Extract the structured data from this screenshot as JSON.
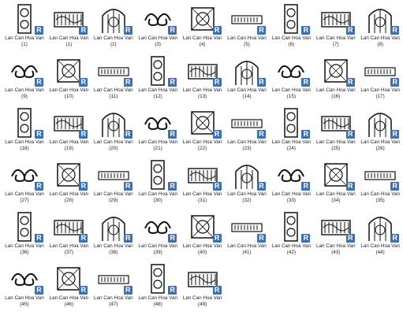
{
  "badge_letter": "R",
  "accent_color": "#3b6fb5",
  "items": [
    {
      "label": "Lan Can Hoa Van",
      "number": "(1)",
      "icon": "railing-preview-icon"
    },
    {
      "label": "Lan Can Hoa Van",
      "number": "(1)",
      "icon": "railing-preview-icon"
    },
    {
      "label": "Lan Can Hoa Van",
      "number": "(2)",
      "icon": "railing-preview-icon"
    },
    {
      "label": "Lan Can Hoa Van",
      "number": "(3)",
      "icon": "railing-preview-icon"
    },
    {
      "label": "Lan Can Hoa Van",
      "number": "(4)",
      "icon": "railing-preview-icon"
    },
    {
      "label": "Lan Can Hoa Van",
      "number": "(5)",
      "icon": "railing-preview-icon"
    },
    {
      "label": "Lan Can Hoa Van",
      "number": "(6)",
      "icon": "railing-preview-icon"
    },
    {
      "label": "Lan Can Hoa Van",
      "number": "(7)",
      "icon": "railing-preview-icon"
    },
    {
      "label": "Lan Can Hoa Van",
      "number": "(8)",
      "icon": "railing-preview-icon"
    },
    {
      "label": "Lan Can Hoa Van",
      "number": "(9)",
      "icon": "railing-preview-icon"
    },
    {
      "label": "Lan Can Hoa Van",
      "number": "(10)",
      "icon": "railing-preview-icon"
    },
    {
      "label": "Lan Can Hoa Van",
      "number": "(11)",
      "icon": "railing-preview-icon"
    },
    {
      "label": "Lan Can Hoa Van",
      "number": "(12)",
      "icon": "railing-preview-icon"
    },
    {
      "label": "Lan Can Hoa Van",
      "number": "(13)",
      "icon": "railing-preview-icon"
    },
    {
      "label": "Lan Can Hoa Van",
      "number": "(14)",
      "icon": "railing-preview-icon"
    },
    {
      "label": "Lan Can Hoa Van",
      "number": "(15)",
      "icon": "railing-preview-icon"
    },
    {
      "label": "Lan Can Hoa Van",
      "number": "(16)",
      "icon": "railing-preview-icon"
    },
    {
      "label": "Lan Can Hoa Van",
      "number": "(17)",
      "icon": "railing-preview-icon"
    },
    {
      "label": "Lan Can Hoa Van",
      "number": "(18)",
      "icon": "railing-preview-icon"
    },
    {
      "label": "Lan Can Hoa Van",
      "number": "(19)",
      "icon": "railing-preview-icon"
    },
    {
      "label": "Lan Can Hoa Van",
      "number": "(20)",
      "icon": "railing-preview-icon"
    },
    {
      "label": "Lan Can Hoa Van",
      "number": "(21)",
      "icon": "railing-preview-icon"
    },
    {
      "label": "Lan Can Hoa Van",
      "number": "(22)",
      "icon": "railing-preview-icon"
    },
    {
      "label": "Lan Can Hoa Van",
      "number": "(23)",
      "icon": "railing-preview-icon"
    },
    {
      "label": "Lan Can Hoa Van",
      "number": "(24)",
      "icon": "railing-preview-icon"
    },
    {
      "label": "Lan Can Hoa Van",
      "number": "(25)",
      "icon": "railing-preview-icon"
    },
    {
      "label": "Lan Can Hoa Van",
      "number": "(26)",
      "icon": "railing-preview-icon"
    },
    {
      "label": "Lan Can Hoa Van",
      "number": "(27)",
      "icon": "railing-preview-icon"
    },
    {
      "label": "Lan Can Hoa Van",
      "number": "(28)",
      "icon": "railing-preview-icon"
    },
    {
      "label": "Lan Can Hoa Van",
      "number": "(29)",
      "icon": "railing-preview-icon"
    },
    {
      "label": "Lan Can Hoa Van",
      "number": "(30)",
      "icon": "railing-preview-icon"
    },
    {
      "label": "Lan Can Hoa Van",
      "number": "(31)",
      "icon": "railing-preview-icon"
    },
    {
      "label": "Lan Can Hoa Van",
      "number": "(32)",
      "icon": "railing-preview-icon"
    },
    {
      "label": "Lan Can Hoa Van",
      "number": "(33)",
      "icon": "railing-preview-icon"
    },
    {
      "label": "Lan Can Hoa Van",
      "number": "(34)",
      "icon": "railing-preview-icon"
    },
    {
      "label": "Lan Can Hoa Van",
      "number": "(35)",
      "icon": "railing-preview-icon"
    },
    {
      "label": "Lan Can Hoa Van",
      "number": "(36)",
      "icon": "railing-preview-icon"
    },
    {
      "label": "Lan Can Hoa Van",
      "number": "(37)",
      "icon": "railing-preview-icon"
    },
    {
      "label": "Lan Can Hoa Van",
      "number": "(38)",
      "icon": "railing-preview-icon"
    },
    {
      "label": "Lan Can Hoa Van",
      "number": "(39)",
      "icon": "railing-preview-icon"
    },
    {
      "label": "Lan Can Hoa Van",
      "number": "(40)",
      "icon": "railing-preview-icon"
    },
    {
      "label": "Lan Can Hoa Van",
      "number": "(41)",
      "icon": "railing-preview-icon"
    },
    {
      "label": "Lan Can Hoa Van",
      "number": "(42)",
      "icon": "railing-preview-icon"
    },
    {
      "label": "Lan Can Hoa Van",
      "number": "(43)",
      "icon": "railing-preview-icon"
    },
    {
      "label": "Lan Can Hoa Van",
      "number": "(44)",
      "icon": "railing-preview-icon"
    },
    {
      "label": "Lan Can Hoa Van",
      "number": "(45)",
      "icon": "railing-preview-icon"
    },
    {
      "label": "Lan Can Hoa Van",
      "number": "(46)",
      "icon": "railing-preview-icon"
    },
    {
      "label": "Lan Can Hoa Van",
      "number": "(47)",
      "icon": "railing-preview-icon"
    },
    {
      "label": "Lan Can Hoa Van",
      "number": "(48)",
      "icon": "railing-preview-icon"
    },
    {
      "label": "Lan Can Hoa Van",
      "number": "(49)",
      "icon": "railing-preview-icon"
    }
  ]
}
